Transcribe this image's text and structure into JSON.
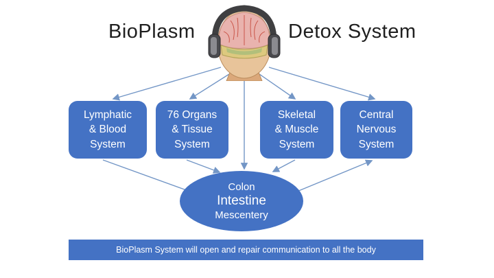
{
  "title": {
    "left": "BioPlasm",
    "right": "Detox System"
  },
  "head_illustration": "head-with-headphones-and-brain-anatomy-icon",
  "boxes": [
    {
      "label": "Lymphatic\n& Blood\nSystem"
    },
    {
      "label": "76 Organs\n& Tissue\nSystem"
    },
    {
      "label": "Skeletal\n& Muscle\nSystem"
    },
    {
      "label": "Central\nNervous\nSystem"
    }
  ],
  "ellipse": {
    "line1": "Colon",
    "line2": "Intestine",
    "line3": "Mescentery"
  },
  "banner": {
    "text": "BioPlasm System will open and repair communication to all the body"
  },
  "colors": {
    "shape_blue": "#4472C4",
    "arrow_blue": "#7396C6",
    "text_white": "#FFFFFF",
    "title_black": "#1F1F1F"
  }
}
